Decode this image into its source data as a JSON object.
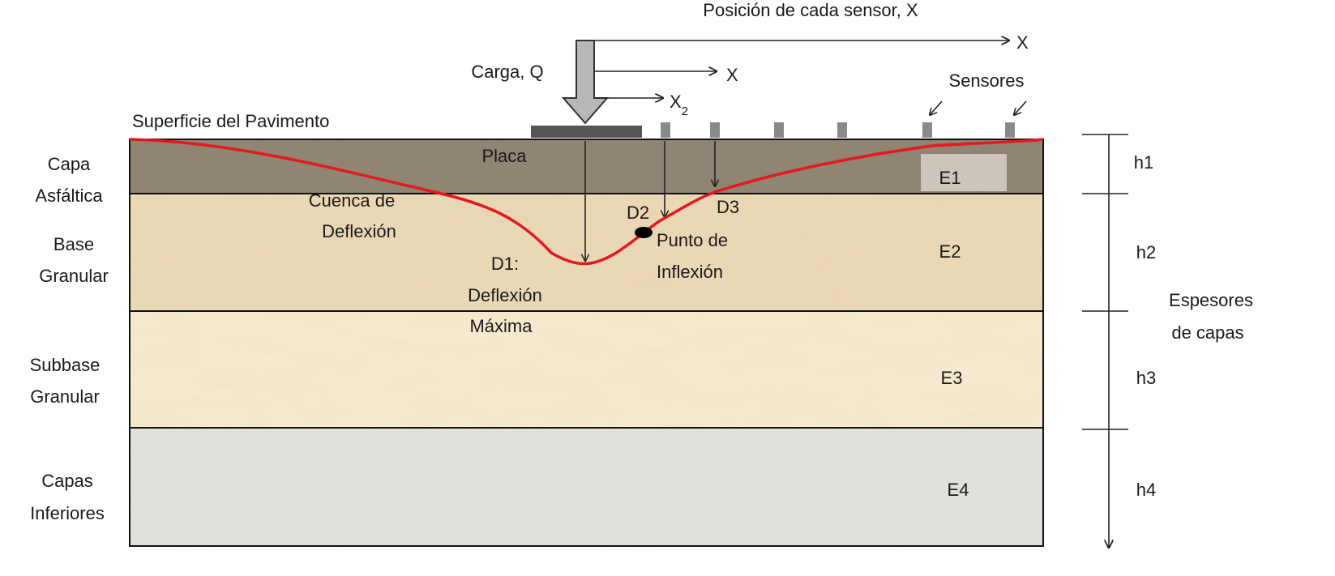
{
  "header": {
    "sensor_position": "Posición de cada sensor, X",
    "load": "Carga, Q",
    "axis_x": "X",
    "axis_x2": "X",
    "axis_x2_sub": "2",
    "sensors": "Sensores",
    "surface": "Superficie del Pavimento"
  },
  "layers": [
    {
      "name_line1": "Capa",
      "name_line2": "Asfáltica",
      "modulus": "E1",
      "thickness": "h1",
      "color": "#8f8270"
    },
    {
      "name_line1": "Base",
      "name_line2": "Granular",
      "modulus": "E2",
      "thickness": "h2",
      "color": "#ead7b4"
    },
    {
      "name_line1": "Subbase",
      "name_line2": "Granular",
      "modulus": "E3",
      "thickness": "h3",
      "color": "#f6e9cf"
    },
    {
      "name_line1": "Capas",
      "name_line2": "Inferiores",
      "modulus": "E4",
      "thickness": "h4",
      "color": "#e2e1dc"
    }
  ],
  "annotations": {
    "plate": "Placa",
    "basin_line1": "Cuenca de",
    "basin_line2": "Deflexión",
    "d1_line1": "D1:",
    "d1_line2": "Deflexión",
    "d1_line3": "Máxima",
    "d2": "D2",
    "d3": "D3",
    "inflection_line1": "Punto de",
    "inflection_line2": "Inflexión",
    "thickness_line1": "Espesores",
    "thickness_line2": "de capas"
  },
  "colors": {
    "deflection_curve": "#e3191f",
    "plate": "#555555",
    "sensor": "#8a8a8a",
    "load_arrow": "#b8b8b8"
  }
}
